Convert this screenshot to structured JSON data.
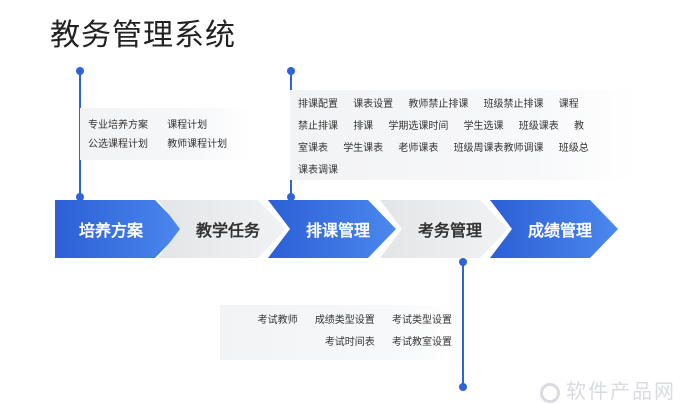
{
  "title": "教务管理系统",
  "stages": [
    {
      "label": "培养方案",
      "style": "blue"
    },
    {
      "label": "教学任务",
      "style": "gray"
    },
    {
      "label": "排课管理",
      "style": "blue"
    },
    {
      "label": "考务管理",
      "style": "gray"
    },
    {
      "label": "成绩管理",
      "style": "blue"
    }
  ],
  "panels": {
    "training": {
      "rows": [
        [
          "专业培养方案",
          "课程计划"
        ],
        [
          "公选课程计划",
          "教师课程计划"
        ]
      ]
    },
    "scheduling": {
      "rows": [
        [
          "排课配置",
          "课表设置",
          "教师禁止排课",
          "班级禁止排课",
          "课程"
        ],
        [
          "禁止排课",
          "排课",
          "学期选课时间",
          "学生选课",
          "班级课表",
          "教"
        ],
        [
          "室课表",
          "学生课表",
          "老师课表",
          "班级周课表教师调课",
          "班级总"
        ],
        [
          "课表调课"
        ]
      ]
    },
    "exam": {
      "rows": [
        [
          "考试教师",
          "成绩类型设置",
          "考试类型设置"
        ],
        [
          "考试时间表",
          "考试教室设置"
        ]
      ]
    }
  },
  "watermark": "软件产品网",
  "colors": {
    "accent": "#2f63d8",
    "blue_start": "#2c5fd6",
    "blue_end": "#4b88ee",
    "gray": "#e4e5e7"
  }
}
